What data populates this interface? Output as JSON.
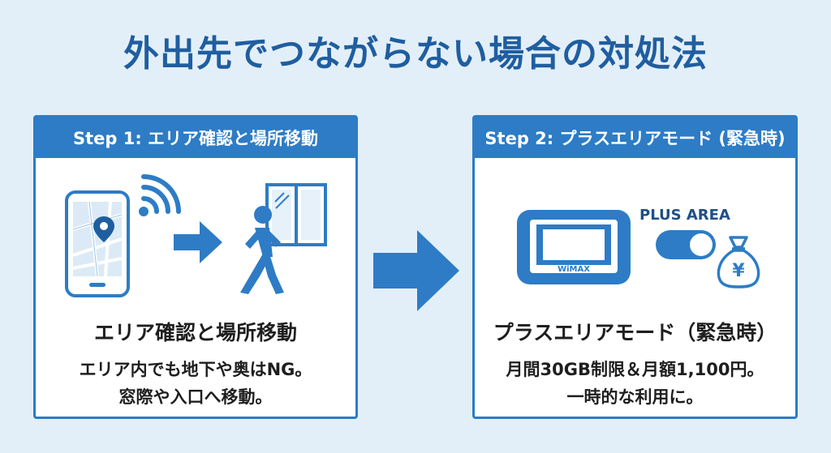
{
  "title": "外出先でつながらない場合の対処法",
  "steps": [
    {
      "header": "Step 1: エリア確認と場所移動",
      "heading": "エリア確認と場所移動",
      "body_lines": [
        "エリア内でも地下や奥はNG。",
        "窓際や入口へ移動。"
      ]
    },
    {
      "header": "Step 2: プラスエリアモード (緊急時)",
      "heading": "プラスエリアモード（緊急時）",
      "body_lines": [
        "月間30GB制限＆月額1,100円。",
        "一時的な利用に。"
      ],
      "device_label": "WiMAX",
      "toggle_label": "PLUS AREA",
      "money_symbol": "¥"
    }
  ],
  "icons": [
    "smartphone-map-icon",
    "wifi-signal-icon",
    "arrow-right-icon",
    "walking-person-icon",
    "window-icon",
    "big-arrow-right-icon",
    "wimax-router-icon",
    "toggle-switch-icon",
    "money-bag-icon"
  ],
  "colors": {
    "primary": "#2d7cc5",
    "title": "#1f5ea0",
    "background": "#e3eff8",
    "text": "#1e1e1e"
  }
}
